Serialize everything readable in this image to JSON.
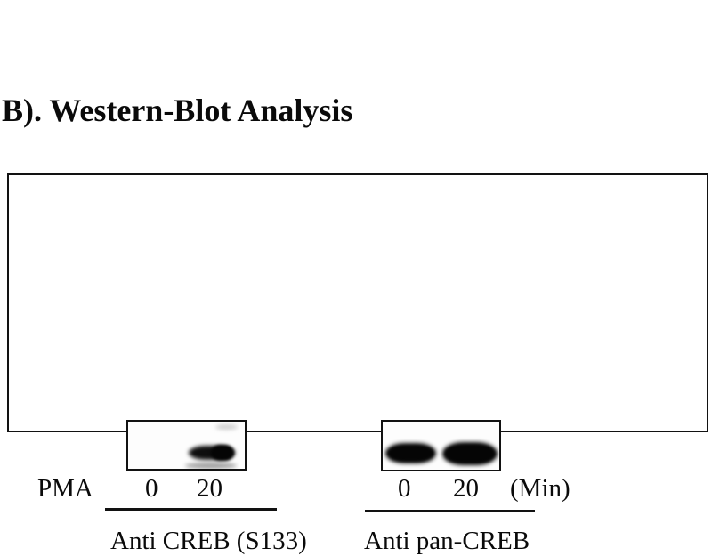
{
  "title": "B). Western-Blot Analysis",
  "figure": {
    "row_label": "PMA",
    "unit_label": "(Min)",
    "panels": [
      {
        "id": "phospho-creb",
        "antibody_label": "Anti CREB (S133)",
        "timepoints": [
          "0",
          "20"
        ],
        "bands": [
          {
            "lane": "0",
            "intensity": "none"
          },
          {
            "lane": "20",
            "intensity": "strong"
          }
        ]
      },
      {
        "id": "pan-creb",
        "antibody_label": "Anti pan-CREB",
        "timepoints": [
          "0",
          "20"
        ],
        "bands": [
          {
            "lane": "0",
            "intensity": "strong"
          },
          {
            "lane": "20",
            "intensity": "strong"
          }
        ]
      }
    ]
  },
  "colors": {
    "background": "#ffffff",
    "frame_border": "#121212",
    "band": "#0e0e0e",
    "text": "#0a0a0a"
  }
}
